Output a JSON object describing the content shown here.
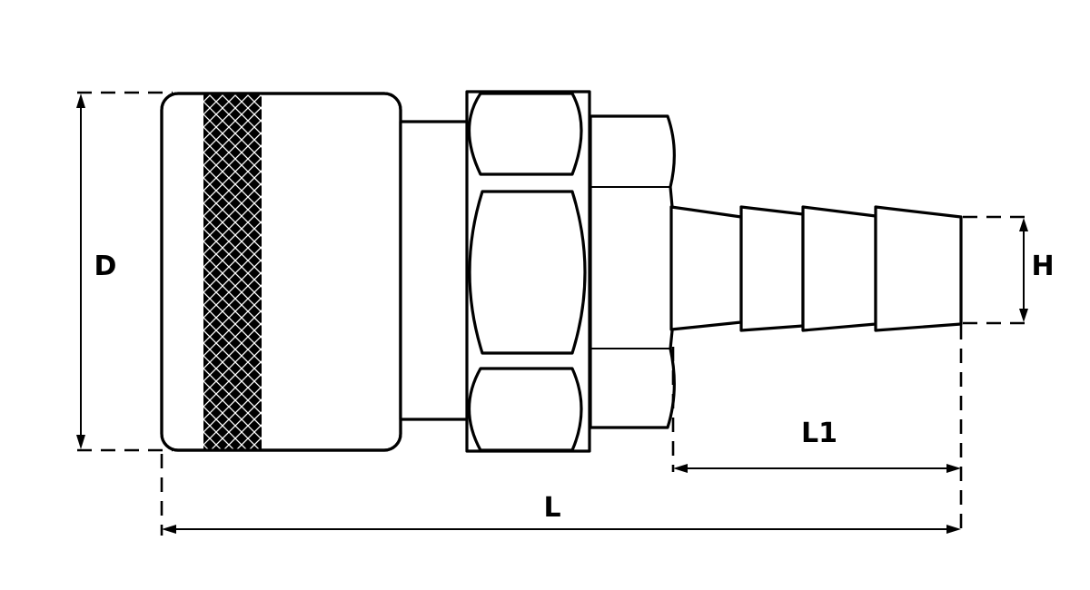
{
  "dimensions": {
    "diameter_label": "D",
    "overall_length_label": "L",
    "hose_tail_length_label": "L1",
    "hose_tail_diameter_label": "H"
  },
  "colors": {
    "line": "#000000",
    "background": "#ffffff",
    "knurl_fill": "#000000",
    "knurl_hatch": "#ffffff"
  }
}
